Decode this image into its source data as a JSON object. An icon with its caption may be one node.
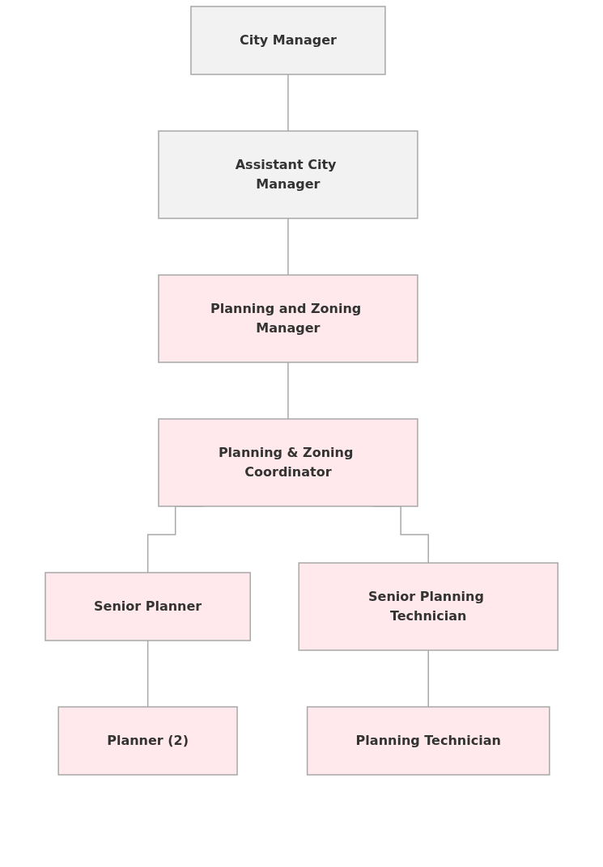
{
  "diagram": {
    "nodes": [
      {
        "text": [
          "City Manager"
        ]
      },
      {
        "text": [
          "Assistant City Manager"
        ]
      },
      {
        "text": [
          "Planning and Zoning Manager"
        ]
      },
      {
        "text": [
          "Planning & Zoning Coordinator"
        ]
      },
      {
        "text": [
          "Senior Planner"
        ]
      },
      {
        "text": [
          "Senior Planning Technician"
        ]
      },
      {
        "text": [
          "Planner (2)"
        ]
      },
      {
        "text": [
          "Planning Technician"
        ]
      }
    ],
    "edges": [
      {
        "from": 0,
        "to": 1,
        "arrow": "none"
      },
      {
        "from": 1,
        "to": 2,
        "arrow": "none"
      },
      {
        "from": 2,
        "to": 3,
        "arrow": "none"
      },
      {
        "from": 3,
        "to": 4,
        "arrow": "none"
      },
      {
        "from": 3,
        "to": 5,
        "arrow": "none"
      },
      {
        "from": 4,
        "to": 6,
        "arrow": "none"
      },
      {
        "from": 5,
        "to": 7,
        "arrow": "none"
      }
    ]
  }
}
